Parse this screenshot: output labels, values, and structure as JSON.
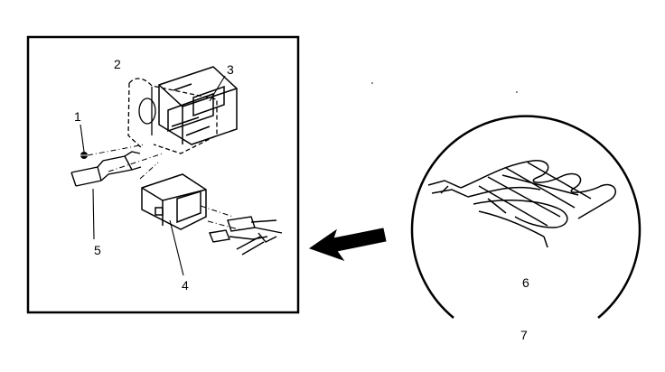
{
  "labels": {
    "part_1": "1",
    "part_2": "2",
    "part_3": "3",
    "part_4": "4",
    "part_5": "5",
    "part_6": "6",
    "part_7": "7"
  },
  "colors": {
    "ink": "#000000",
    "background": "#ffffff"
  }
}
